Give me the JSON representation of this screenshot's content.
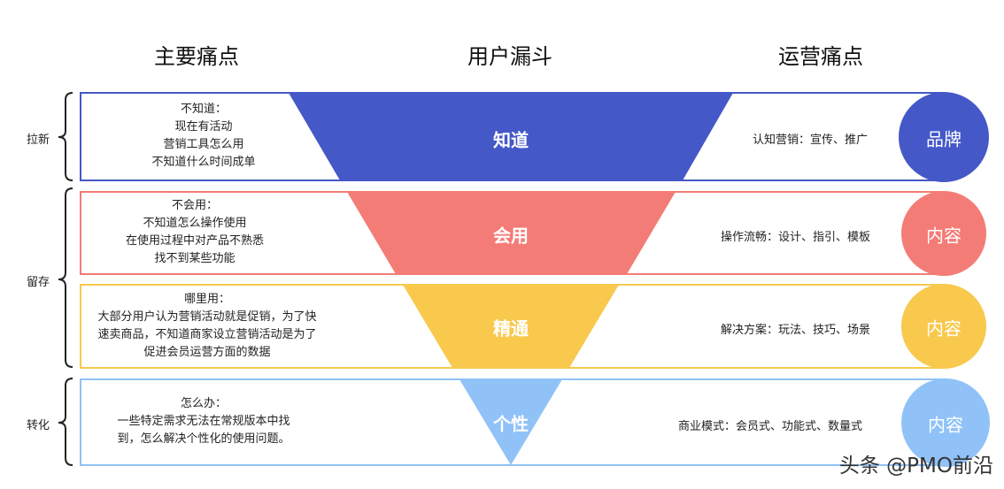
{
  "headers": {
    "left": "主要痛点",
    "center": "用户漏斗",
    "right": "运营痛点"
  },
  "stages": {
    "acquire": "拉新",
    "retain": "留存",
    "convert": "转化"
  },
  "rows": [
    {
      "pain_title": "不知道：",
      "pain_lines": [
        "现在有活动",
        "营销工具怎么用",
        "不知道什么时间成单"
      ],
      "funnel": "知道",
      "ops": "认知营销：宣传、推广",
      "circle": "品牌",
      "color": "#4558C8"
    },
    {
      "pain_title": "不会用：",
      "pain_lines": [
        "不知道怎么操作使用",
        "在使用过程中对产品不熟悉",
        "找不到某些功能"
      ],
      "funnel": "会用",
      "ops": "操作流畅：设计、指引、模板",
      "circle": "内容",
      "color": "#F47C77"
    },
    {
      "pain_title": "哪里用：",
      "pain_lines": [
        "大部分用户认为营销活动就是促销，为了快",
        "速卖商品，不知道商家设立营销活动是为了",
        "促进会员运营方面的数据"
      ],
      "funnel": "精通",
      "ops": "解决方案：玩法、技巧、场景",
      "circle": "内容",
      "color": "#F8C94D"
    },
    {
      "pain_title": "怎么办：",
      "pain_lines": [
        "一些特定需求无法在常规版本中找",
        "到，怎么解决个性化的使用问题。"
      ],
      "funnel": "个性",
      "ops": "商业模式：会员式、功能式、数量式",
      "circle": "内容",
      "color": "#90C2F8"
    }
  ],
  "watermark": "头条 @PMO前沿"
}
